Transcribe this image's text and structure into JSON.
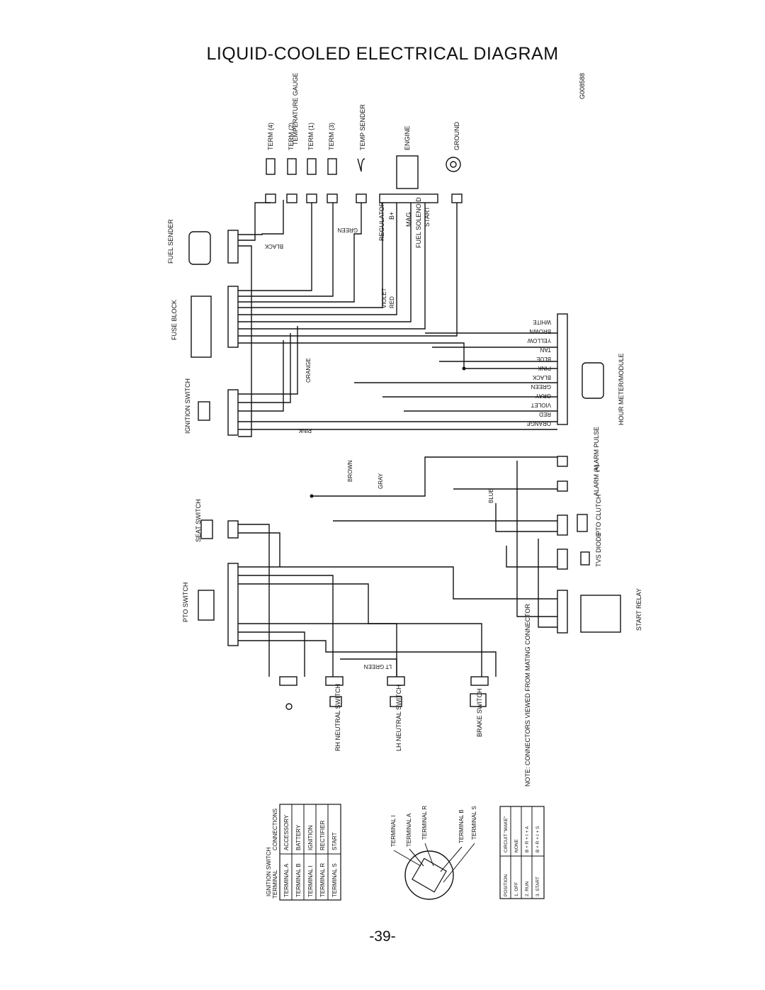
{
  "title": "LIQUID-COOLED ELECTRICAL DIAGRAM",
  "page_number": "-39-",
  "figure_code": "G008588",
  "note": "NOTE: CONNECTORS VIEWED FROM MATING CONNECTOR",
  "components": {
    "temperature_gauge": "TEMPERATURE GAUGE",
    "temp_sender": "TEMP SENDER",
    "engine": "ENGINE",
    "ground": "GROUND",
    "fuel_sender": "FUEL SENDER",
    "fuse_block": "FUSE BLOCK",
    "ignition_switch": "IGNITION SWITCH",
    "seat_switch": "SEAT SWITCH",
    "pto_switch": "PTO SWITCH",
    "rh_neutral_switch": "RH NEUTRAL SWITCH",
    "lh_neutral_switch": "LH NEUTRAL SWITCH",
    "brake_switch": "BRAKE SWITCH",
    "hour_meter": "HOUR METER/MODULE",
    "alarm_pulse": "ALARM PULSE",
    "alarm_plus": "ALARM (+)",
    "pto_clutch": "PTO CLUTCH",
    "tvs_diode": "TVS DIODE",
    "start_relay": "START RELAY"
  },
  "gauge_terms": [
    "TERM (4)",
    "TERM (2)",
    "TERM (1)",
    "TERM (3)"
  ],
  "engine_pins": [
    "REGULATOR",
    "B+",
    "MAG",
    "FUEL SOLENOID",
    "START"
  ],
  "hour_meter_wires": [
    "WHITE",
    "BROWN",
    "YELLOW",
    "TAN",
    "BLUE",
    "PINK",
    "BLACK",
    "GREEN",
    "GRAY",
    "VIOLET",
    "RED",
    "ORANGE"
  ],
  "wire_colors": {
    "black": "BLACK",
    "green": "GREEN",
    "violet": "VIOLET",
    "red": "RED",
    "orange": "ORANGE",
    "pink": "PINK",
    "brown": "BROWN",
    "gray": "GRAY",
    "blue": "BLUE",
    "lt_green": "LT GREEN"
  },
  "ignition_table": {
    "title": "IGNITION SWITCH",
    "headers": [
      "TERMINAL",
      "CONNECTIONS"
    ],
    "rows": [
      [
        "TERMINAL A",
        "ACCESSORY"
      ],
      [
        "TERMINAL B",
        "BATTERY"
      ],
      [
        "TERMINAL I",
        "IGNITION"
      ],
      [
        "TERMINAL R",
        "RECTIFIER"
      ],
      [
        "TERMINAL S",
        "START"
      ]
    ]
  },
  "ignition_terminals": [
    "TERMINAL I",
    "TERMINAL A",
    "TERMINAL R",
    "TERMINAL B",
    "TERMINAL S"
  ],
  "position_table": {
    "headers": [
      "POSITION",
      "CIRCUIT \"MAKE\""
    ],
    "rows": [
      [
        "1. OFF",
        "NONE"
      ],
      [
        "2. RUN",
        "B + R + I + A"
      ],
      [
        "3. START",
        "B + R + I + S"
      ]
    ]
  }
}
